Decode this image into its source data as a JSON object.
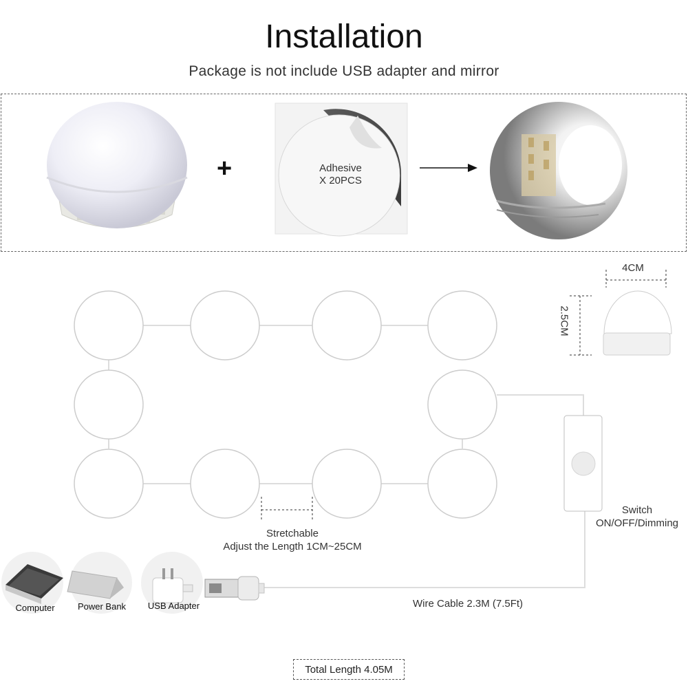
{
  "header": {
    "title": "Installation",
    "subtitle": "Package is not include USB adapter and mirror"
  },
  "package": {
    "plus_symbol": "+",
    "adhesive_line1": "Adhesive",
    "adhesive_line2": "X 20PCS"
  },
  "diagram": {
    "stretch_line1": "Stretchable",
    "stretch_line2": "Adjust the Length 1CM~25CM",
    "switch_line1": "Switch",
    "switch_line2": "ON/OFF/Dimming",
    "cable_label": "Wire Cable 2.3M (7.5Ft)",
    "dim_width": "4CM",
    "dim_height": "2.5CM"
  },
  "power_sources": [
    {
      "label": "Computer",
      "icon": "laptop-icon"
    },
    {
      "label": "Power Bank",
      "icon": "power-bank-icon"
    },
    {
      "label": "USB Adapter",
      "icon": "usb-adapter-icon"
    }
  ],
  "footer": {
    "total_length": "Total Length 4.05M"
  },
  "colors": {
    "bulb_outline": "#cfcfcf",
    "wire": "#dcdcdc",
    "accent_text": "#222222"
  }
}
